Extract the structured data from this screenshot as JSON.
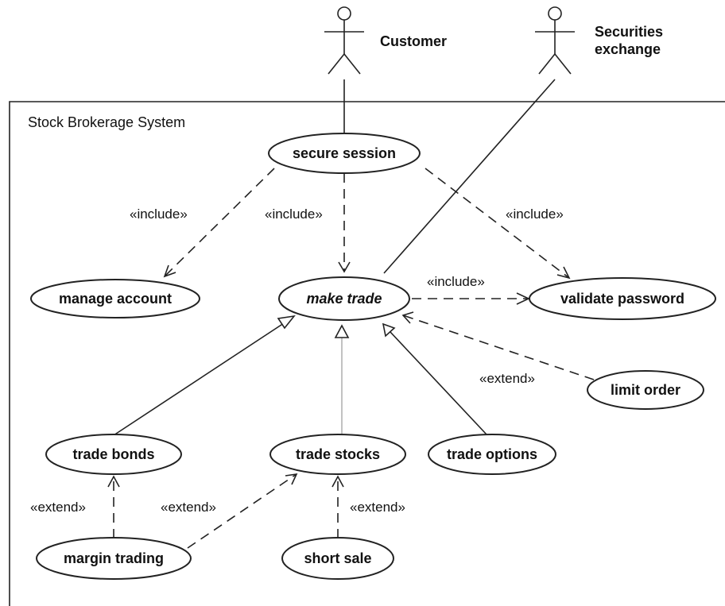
{
  "system": {
    "title": "Stock Brokerage System"
  },
  "actors": {
    "customer": {
      "name": "Customer"
    },
    "exchange": {
      "name_line1": "Securities",
      "name_line2": "exchange"
    }
  },
  "use_cases": {
    "secure_session": "secure session",
    "manage_account": "manage account",
    "make_trade": "make trade",
    "validate_password": "validate password",
    "limit_order": "limit order",
    "trade_bonds": "trade bonds",
    "trade_stocks": "trade stocks",
    "trade_options": "trade options",
    "margin_trading": "margin trading",
    "short_sale": "short sale"
  },
  "relations": {
    "include_manage": "«include»",
    "include_trade": "«include»",
    "include_validate_top": "«include»",
    "include_validate_mid": "«include»",
    "extend_limit": "«extend»",
    "extend_bonds": "«extend»",
    "extend_stocks": "«extend»",
    "extend_short": "«extend»"
  }
}
